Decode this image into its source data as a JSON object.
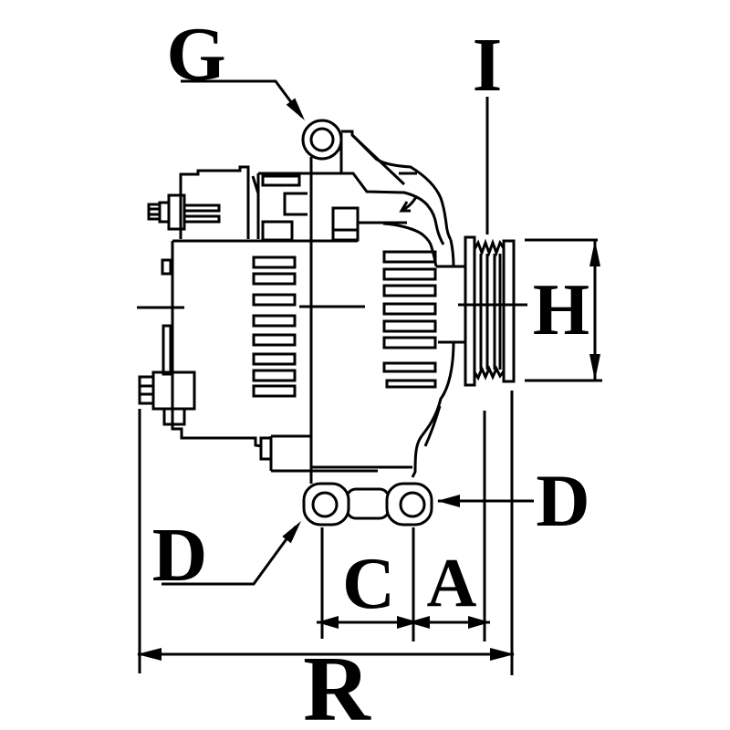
{
  "diagram": {
    "background_color": "#ffffff",
    "line_color": "#000000",
    "dimension_labels": {
      "g": "G",
      "i": "I",
      "h": "H",
      "d_right": "D",
      "d_left": "D",
      "c": "C",
      "a": "A",
      "r": "R"
    }
  }
}
